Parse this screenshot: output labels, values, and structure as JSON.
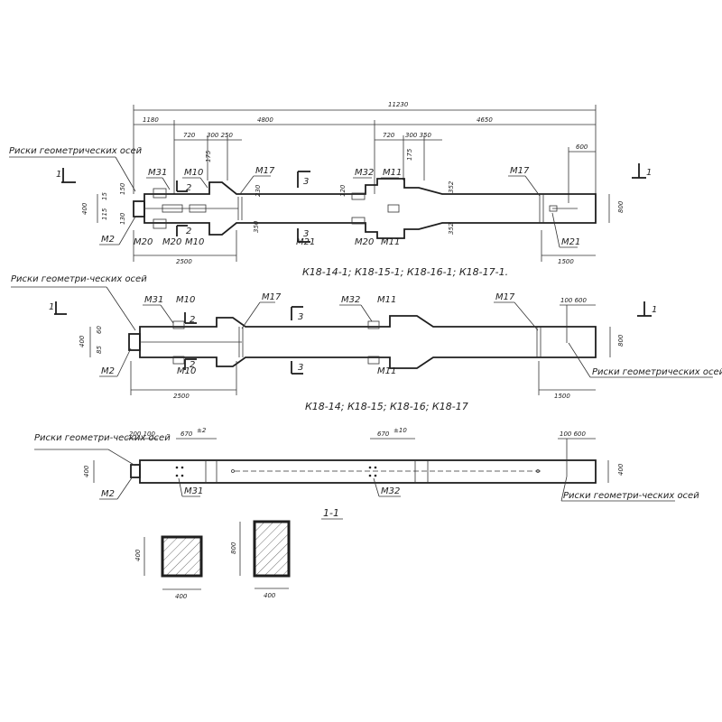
{
  "drawing": {
    "overall_length": "11230",
    "seg_left": "1180",
    "seg_mid": "4800",
    "seg_right": "4650",
    "d720a": "720",
    "d300_250": "300 250",
    "d720b": "720",
    "d300_350": "300 350",
    "d600": "600",
    "d175a": "175",
    "d175b": "175",
    "d2500a": "2500",
    "d1500a": "1500",
    "d2500b": "2500",
    "d1500b": "1500",
    "d800a": "800",
    "d800b": "800",
    "d400a": "400",
    "d400b": "400",
    "d400c": "400",
    "d200_100": "200 100",
    "d670a": "670",
    "d670a_sup": "±2",
    "d670b": "670",
    "d670b_sup": "±10",
    "d100_600": "100 600",
    "d100_600b": "100 600",
    "sec_h1": "400",
    "sec_w1": "400",
    "sec_h2": "800",
    "sec_w2": "400",
    "d150": "150",
    "d120": "120",
    "d130": "130",
    "d230": "230",
    "d350": "350",
    "d352": "352",
    "d352b": "352",
    "d15": "15",
    "d60": "60",
    "d115": "115",
    "d85": "85"
  },
  "notes": {
    "risk_top": "Риски геометрических осей",
    "risk_mid_left": "Риски геометри-ческих осей",
    "risk_mid_right": "Риски геометрических осей",
    "risk_bot_left": "Риски геометри-ческих осей",
    "risk_bot_right": "Риски геометри-ческих осей"
  },
  "labels": {
    "m31": "М31",
    "m10": "М10",
    "m17": "М17",
    "m32": "М32",
    "m11": "М11",
    "m2": "М2",
    "m20": "М20",
    "m21": "М21",
    "cut1": "1",
    "cut2": "2",
    "cut3": "3",
    "section": "1-1"
  },
  "titles": {
    "top": "К18-14-1; К18-15-1; К18-16-1; К18-17-1.",
    "mid": "К18-14; К18-15; К18-16; К18-17"
  }
}
